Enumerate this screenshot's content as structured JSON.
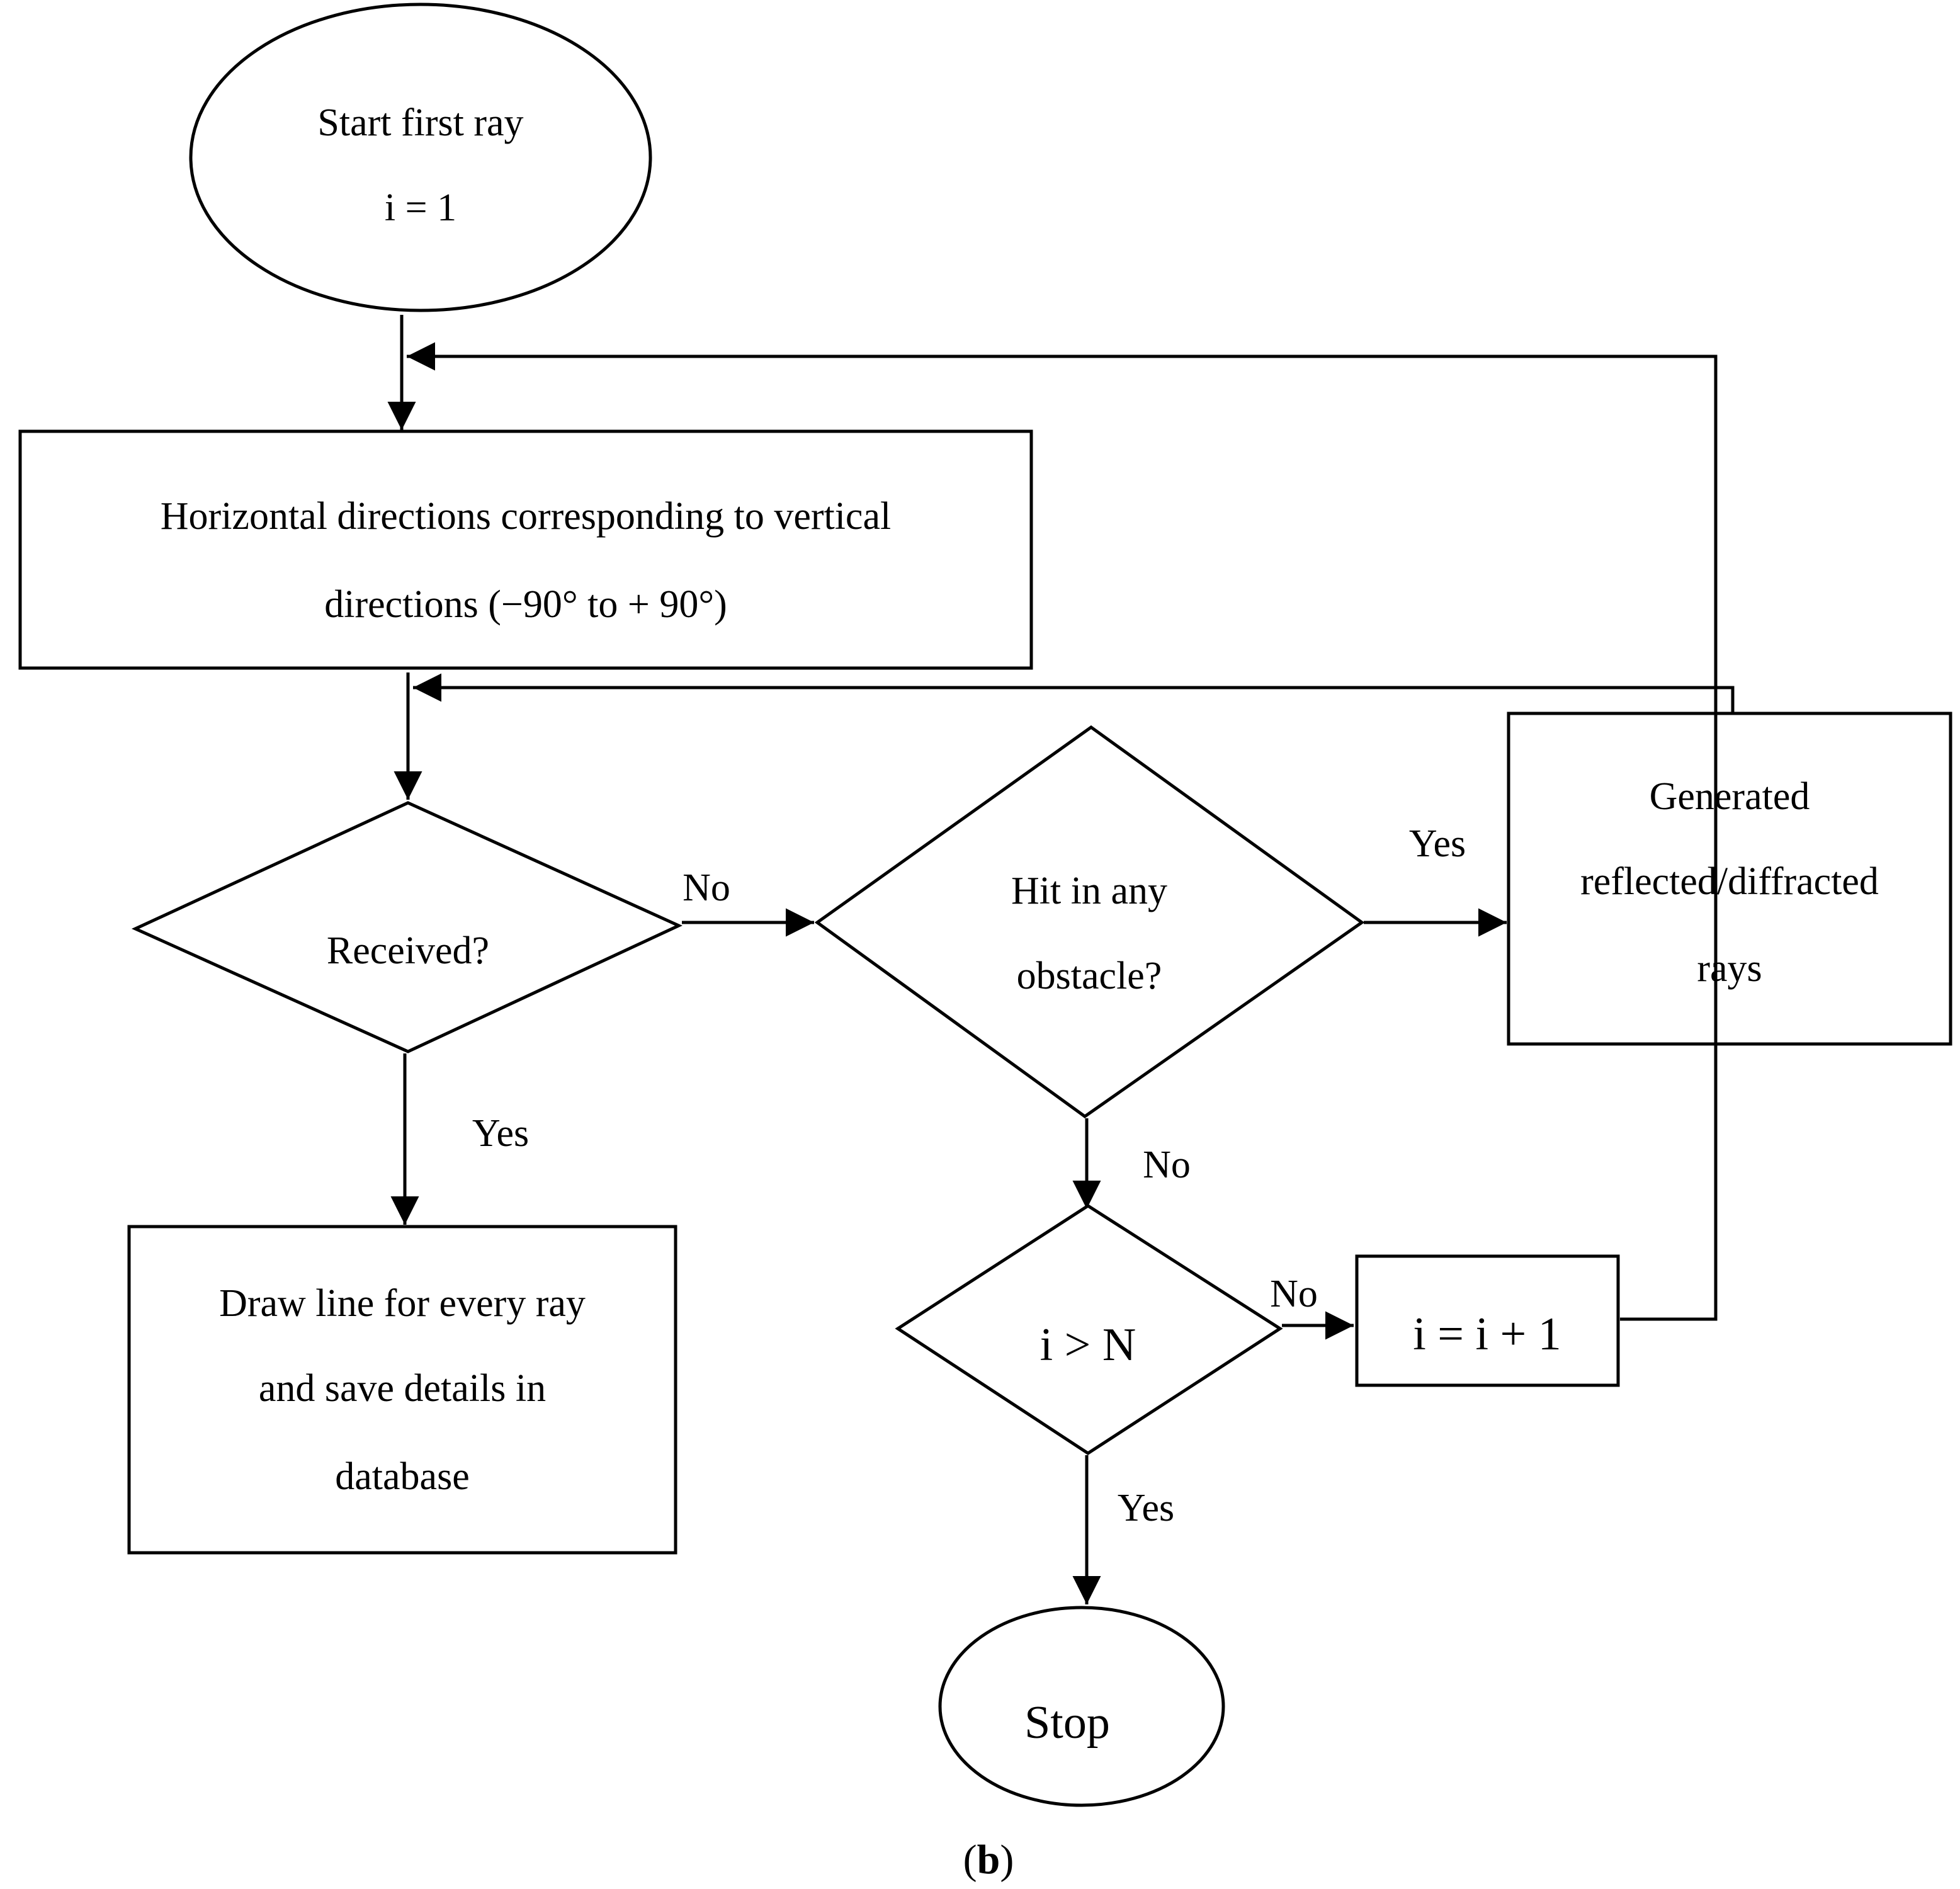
{
  "nodes": {
    "start": {
      "line1": "Start first ray",
      "line2": "i = 1"
    },
    "horizontal": {
      "line1": "Horizontal directions corresponding to vertical",
      "line2": "directions (−90° to + 90°)"
    },
    "received": {
      "label": "Received?"
    },
    "hit": {
      "line1": "Hit in any",
      "line2": "obstacle?"
    },
    "generated": {
      "line1": "Generated",
      "line2": "reflected/diffracted",
      "line3": "rays"
    },
    "draw": {
      "line1": "Draw line for every ray",
      "line2": "and save details in",
      "line3": "database"
    },
    "compare": {
      "label": "i > N"
    },
    "increment": {
      "label": "i = i + 1"
    },
    "stop": {
      "label": "Stop"
    }
  },
  "edges": {
    "received_no": "No",
    "received_yes": "Yes",
    "hit_yes": "Yes",
    "hit_no": "No",
    "compare_no": "No",
    "compare_yes": "Yes"
  },
  "caption": {
    "open": "(",
    "letter": "b",
    "close": ")"
  }
}
